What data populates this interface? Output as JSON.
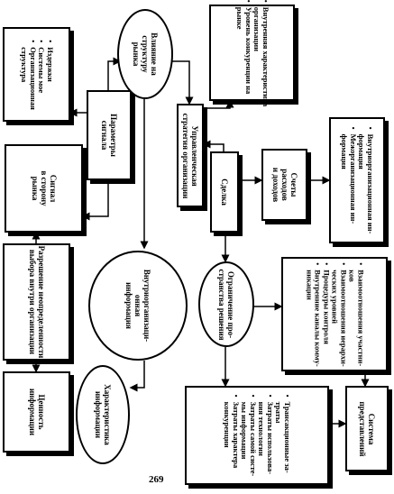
{
  "nodes": {
    "parametry_signala": "Параметры\nсигнала",
    "vliyanie": "Влияние на\nструктуру\nрынка",
    "upravlencheskaya": "Управленческая\nстратегия организации",
    "izderzhki_list": [
      "Издержки",
      "Системы мое",
      "Организационная\nструктура"
    ],
    "vnutrennie_list": [
      "Внутренняя характеристика\nорганизации",
      "Уровень конкуренции на\nрынке"
    ],
    "signal": "Сигнал\nв сторону\nрынка",
    "sdelka": "Сделка",
    "schety": "Счеты\nрасходов\nи доходов",
    "info_list": [
      "Внутриорганизационная ин-\nформация",
      "Межорганизационная ин-\nформация"
    ],
    "razreshenie": "Разрешение неопределенности\nвыбора внутри организации",
    "vnutriorg_info": "Внутриорганизаци-\nонная\nинформация",
    "ogranichenie": "Ограничение про-\nстранства решения",
    "vzaimo_list": [
      "Взаимоотношения участни-\nков",
      "Взаимоотношения иерархи-\nческих уровней",
      "Процедуры контроля",
      "Внутренние каналы комму-\nникации"
    ],
    "cennost": "Ценность\nинформации",
    "harakteristika": "Характеристика\nинформации",
    "zatraty_list": [
      "Трансакционные за-\nтраты",
      "Затраты использова-\nния технологии",
      "Затраты самой систе-\nмы информации",
      "Затраты характера\nконкуренции"
    ],
    "sistema": "Система\nпредставлений"
  },
  "page_number": "269"
}
